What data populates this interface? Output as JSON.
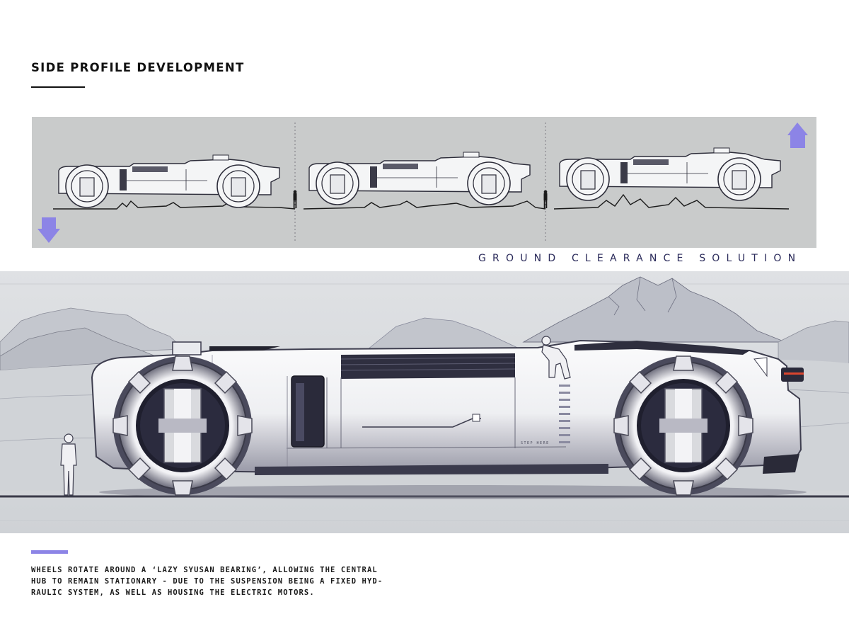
{
  "header": {
    "title": "SIDE PROFILE DEVELOPMENT"
  },
  "ground_clearance": {
    "caption": "GROUND CLEARANCE SOLUTION",
    "arrow_color": "#8c84e6",
    "panel_color": "#c9cbcb",
    "down_arrow_icon": "arrow-down-icon",
    "up_arrow_icon": "arrow-up-icon"
  },
  "hero": {
    "background_color": "#d8dadc",
    "vehicle_tail_light_color": "#d9452e",
    "door_label": "STEP HERE"
  },
  "description": {
    "accent_color": "#8c84e6",
    "lines": [
      "WHEELS ROTATE AROUND A ‘LAZY SYUSAN BEARING’, ALLOWING THE CENTRAL",
      "HUB TO REMAIN STATIONARY -  DUE TO THE SUSPENSION BEING A FIXED HYD-",
      "RAULIC SYSTEM, AS WELL AS HOUSING THE ELECTRIC MOTORS."
    ]
  }
}
